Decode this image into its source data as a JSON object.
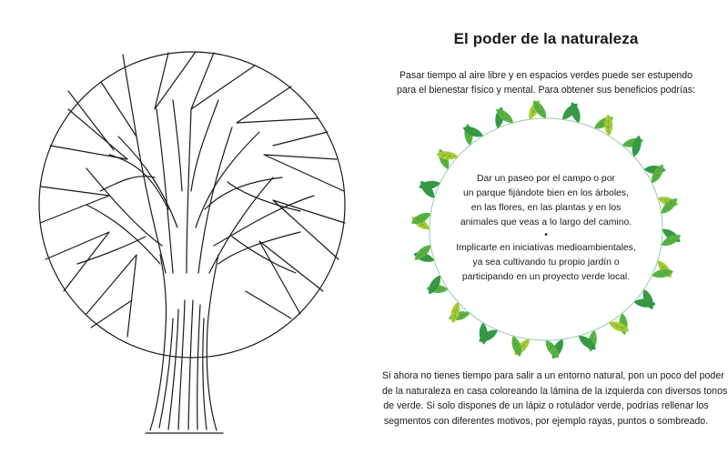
{
  "title": "El poder de la naturaleza",
  "intro": [
    "Pasar tiempo al aire libre y en espacios verdes puede ser estupendo",
    "para el bienestar físico y mental. Para obtener sus beneficios podrías:"
  ],
  "wreath_items": [
    {
      "lines": [
        "Dar un paseo por el campo o por",
        "un parque fijándote bien en los árboles,",
        "en las flores, en las plantas y en los",
        "animales que veas a lo largo del camino."
      ]
    },
    {
      "lines": [
        "Implicarte en iniciativas medioambientales,",
        "ya sea cultivando tu propio jardín o",
        "participando en un proyecto verde local."
      ]
    }
  ],
  "bullet": "•",
  "outro": [
    "Si ahora no tienes tiempo para salir a un entorno natural, pon un poco del poder",
    "de la naturaleza en casa coloreando la lámina de la izquierda con diversos tonos",
    "de verde. Si solo dispones de un lápiz o rotulador verde, podrías rellenar los",
    "segmentos con diferentes motivos, por ejemplo rayas, puntos o sombreado."
  ],
  "colors": {
    "ink": "#1a1a1a",
    "leaf_dark": "#2e9a4a",
    "leaf_mid": "#56b548",
    "leaf_light": "#a9cf3a",
    "leaf_vein": "#6a8e20"
  },
  "icons": [
    "tree-coloring-illustration",
    "leaf-wreath"
  ]
}
